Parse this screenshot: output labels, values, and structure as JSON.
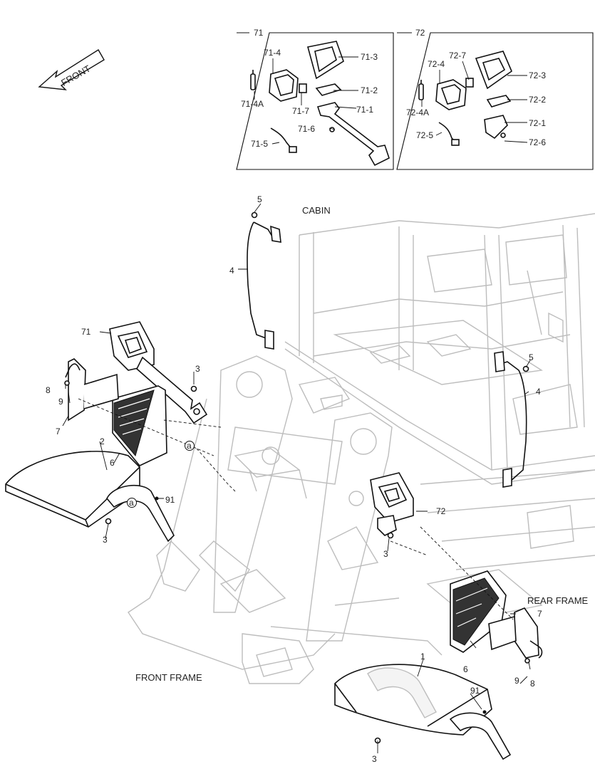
{
  "direction_label": "FRONT",
  "inset_71": {
    "title": "71",
    "labels": [
      "71-1",
      "71-2",
      "71-3",
      "71-4",
      "71-4A",
      "71-5",
      "71-6",
      "71-7"
    ]
  },
  "inset_72": {
    "title": "72",
    "labels": [
      "72-1",
      "72-2",
      "72-3",
      "72-4",
      "72-4A",
      "72-5",
      "72-6",
      "72-7"
    ]
  },
  "sections": {
    "cabin": "CABIN",
    "rear_frame": "REAR FRAME",
    "front_frame": "FRONT FRAME"
  },
  "callouts": {
    "p1": "1",
    "p2": "2",
    "p3a": "3",
    "p3b": "3",
    "p3c": "3",
    "p3d": "3",
    "p4a": "4",
    "p4b": "4",
    "p5a": "5",
    "p5b": "5",
    "p6a": "6",
    "p6b": "6",
    "p7a": "7",
    "p7b": "7",
    "p8a": "8",
    "p8b": "8",
    "p9a": "9",
    "p9b": "9",
    "p71": "71",
    "p72": "72",
    "p91a": "91",
    "p91b": "91",
    "ref_a1": "a",
    "ref_a2": "a"
  }
}
